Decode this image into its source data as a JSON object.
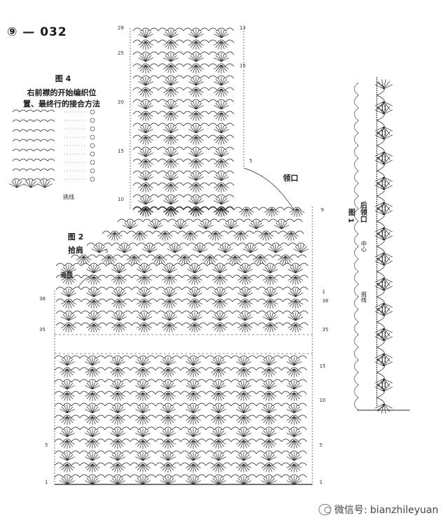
{
  "title": "⑨ — 032",
  "fig4": {
    "label": "图 4",
    "caption_line1": "右前襟的开始编织位",
    "caption_line2": "置、最终行的接合方法",
    "bottom_label": "挑线"
  },
  "fig2": {
    "label": "图 2",
    "sublabel": "拾肩",
    "slip_label": "滑线"
  },
  "neck_label": "领口",
  "fig1": {
    "label": "图 1",
    "sublabel": "后领口",
    "center_label": "中心",
    "pick_label": "挑线"
  },
  "row_numbers_left": [
    "28",
    "25",
    "20",
    "15",
    "10",
    "5",
    "38",
    "35",
    "5",
    "1"
  ],
  "row_numbers_right": [
    "13",
    "15",
    "5",
    "9",
    "1",
    "38",
    "35",
    "15",
    "10",
    "5",
    "1"
  ],
  "watermark": "微信号: bianzhileyuan"
}
